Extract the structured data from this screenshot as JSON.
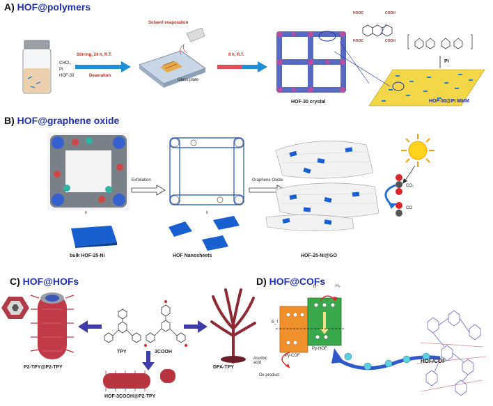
{
  "panels": {
    "a": {
      "letter": "A)",
      "title": "HOF@polymers",
      "vial_legend": [
        "CHCl₃",
        "PI",
        "HOF-30"
      ],
      "arrow1_top": "Stirring, 24 h, R.T.",
      "arrow1_bottom": "Deaeration",
      "solvent_evaporation": "Solvent evaporation",
      "glass_plate": "Glass plate",
      "arrow2_top": "8 h, R.T.",
      "crystal_label": "HOF-30  crystal",
      "pi_label": "PI",
      "membrane_label": "HOF-30@PI MMM",
      "cooh_labels": [
        "HOOC",
        "COOH",
        "COOH",
        "HOOC"
      ]
    },
    "b": {
      "letter": "B)",
      "title": "HOF@graphene oxide",
      "exfoliation": "Exfoliation",
      "graphene_oxide": "Graphene Oxide",
      "bulk_label": "bulk HOF-25-Ni",
      "nanosheets_label": "HOF Nanosheets",
      "composite_label": "HOF-25-Ni@GO",
      "co2": "CO₂",
      "co": "CO",
      "ii_marks": [
        "II",
        "II"
      ]
    },
    "c": {
      "letter": "C)",
      "title": "HOF@HOFs",
      "tpy": "TPY",
      "cooh3": "3COOH",
      "left_label": "P2-TPY@P2-TPY",
      "right_label": "DFA-TPY",
      "bottom_label": "HOF-3COOH@P2-TPY"
    },
    "d": {
      "letter": "D)",
      "title": "HOF@COFs",
      "h_plus": "H⁺",
      "h2": "H₂",
      "ef": "E_f",
      "ascorbic": "Asorbic\nacid",
      "ox_product": "Ox product",
      "py_cof": "Py-COF",
      "py_hof": "Py-HOF",
      "hof_cof": "HOF/COF"
    }
  },
  "colors": {
    "title_blue": "#1f2fb0",
    "arrow_blue": "#1e8fd6",
    "arrow_red": "#e0505a",
    "sheet_blue": "#1a5fd0",
    "membrane_yellow": "#f2d648",
    "cof_orange": "#f0902a",
    "hof_green": "#3aa84a"
  }
}
